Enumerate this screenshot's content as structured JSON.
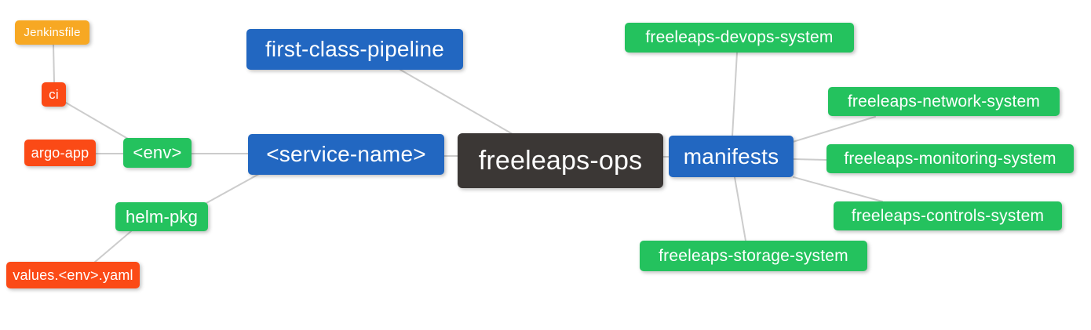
{
  "diagram": {
    "type": "mindmap",
    "background": "#FFFFFF",
    "edge_color": "#CCCCCC",
    "colors": {
      "root": "#3B3735",
      "branch_blue": "#2267C1",
      "leaf_green": "#24C25E",
      "leaf_red": "#FB4A16",
      "leaf_orange": "#F7A823"
    },
    "root": "freeleaps_ops",
    "nodes": {
      "jenkinsfile": {
        "label": "Jenkinsfile",
        "color": "#F7A823"
      },
      "ci": {
        "label": "ci",
        "color": "#FB4A16"
      },
      "argo_app": {
        "label": "argo-app",
        "color": "#FB4A16"
      },
      "env": {
        "label": "<env>",
        "color": "#24C25E"
      },
      "helm_pkg": {
        "label": "helm-pkg",
        "color": "#24C25E"
      },
      "values_env_yaml": {
        "label": "values.<env>.yaml",
        "color": "#FB4A16"
      },
      "first_class_pipeline": {
        "label": "first-class-pipeline",
        "color": "#2267C1"
      },
      "service_name": {
        "label": "<service-name>",
        "color": "#2267C1"
      },
      "freeleaps_ops": {
        "label": "freeleaps-ops",
        "color": "#3B3735"
      },
      "manifests": {
        "label": "manifests",
        "color": "#2267C1"
      },
      "devops_system": {
        "label": "freeleaps-devops-system",
        "color": "#24C25E"
      },
      "network_system": {
        "label": "freeleaps-network-system",
        "color": "#24C25E"
      },
      "monitoring_system": {
        "label": "freeleaps-monitoring-system",
        "color": "#24C25E"
      },
      "controls_system": {
        "label": "freeleaps-controls-system",
        "color": "#24C25E"
      },
      "storage_system": {
        "label": "freeleaps-storage-system",
        "color": "#24C25E"
      }
    },
    "edges": [
      {
        "from": "jenkinsfile",
        "to": "ci"
      },
      {
        "from": "ci",
        "to": "env"
      },
      {
        "from": "argo_app",
        "to": "env"
      },
      {
        "from": "env",
        "to": "service_name"
      },
      {
        "from": "helm_pkg",
        "to": "service_name"
      },
      {
        "from": "values_env_yaml",
        "to": "helm_pkg"
      },
      {
        "from": "first_class_pipeline",
        "to": "freeleaps_ops"
      },
      {
        "from": "service_name",
        "to": "freeleaps_ops"
      },
      {
        "from": "freeleaps_ops",
        "to": "manifests"
      },
      {
        "from": "manifests",
        "to": "devops_system"
      },
      {
        "from": "manifests",
        "to": "network_system"
      },
      {
        "from": "manifests",
        "to": "monitoring_system"
      },
      {
        "from": "manifests",
        "to": "controls_system"
      },
      {
        "from": "manifests",
        "to": "storage_system"
      }
    ]
  }
}
